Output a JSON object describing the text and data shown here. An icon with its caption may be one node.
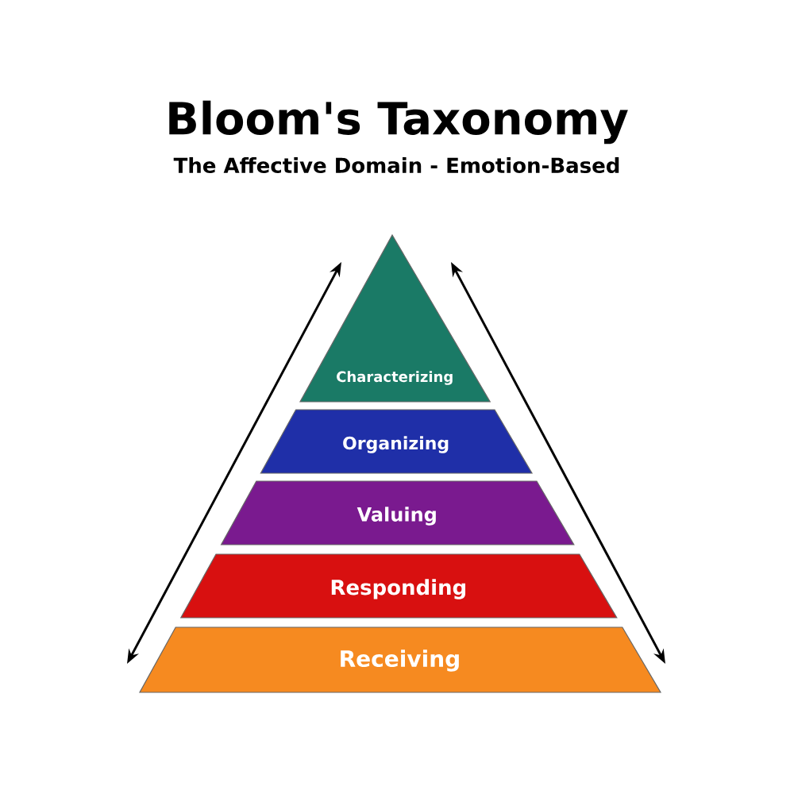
{
  "diagram": {
    "title": "Bloom's Taxonomy",
    "caption": "The Affective Domain - Emotion-Based",
    "nodes": [
      {
        "text": [
          "Characterizing"
        ]
      },
      {
        "text": [
          "Organizing"
        ]
      },
      {
        "text": [
          "Valuing"
        ]
      },
      {
        "text": [
          "Responding"
        ]
      },
      {
        "text": [
          "Receiving"
        ]
      }
    ]
  }
}
